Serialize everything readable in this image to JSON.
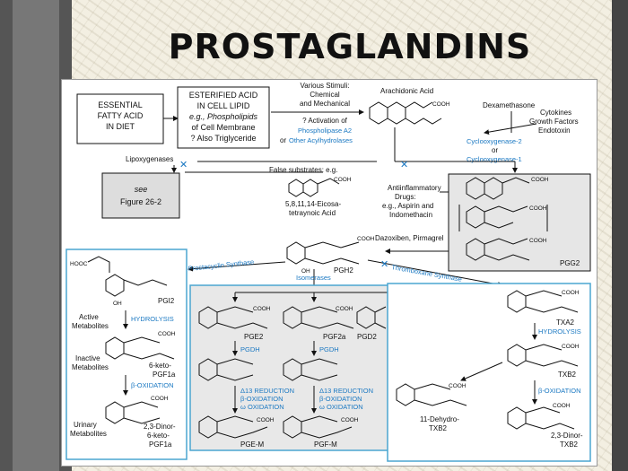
{
  "title": "PROSTAGLANDINS",
  "boxes": {
    "essential": [
      "ESSENTIAL",
      "FATTY ACID",
      "IN DIET"
    ],
    "esterified": [
      "ESTERIFIED ACID",
      "IN CELL LIPID",
      "e.g., Phospholipids",
      "of Cell Membrane",
      "? Also Triglyceride"
    ],
    "see_figure": [
      "see",
      "Figure 26-2"
    ]
  },
  "labels": {
    "stimuli": [
      "Various Stimuli:",
      "Chemical",
      "and Mechanical"
    ],
    "activation": "? Activation of",
    "phospholipase": "Phospholipase A2",
    "or_other": "or",
    "other_acyl": "Other Acylhydrolases",
    "arachidonic": "Arachidonic Acid",
    "dexamethasone": "Dexamethasone",
    "cytokines": [
      "Cytokines",
      "Growth Factors",
      "Endotoxin"
    ],
    "cox2": "Cyclooxygenase-2",
    "cox_or": "or",
    "cox1": "Cyclooxygenase-1",
    "lipoxygenases": "Lipoxygenases",
    "false_substrates": "False substrates: e.g.",
    "eicosa": [
      "5,8,11,14-Eicosa-",
      "tetraynoic Acid"
    ],
    "antiinflam": [
      "Antiinflammatory",
      "Drugs:",
      "e.g., Aspirin and",
      "Indomethacin"
    ],
    "dazoxiben": "Dazoxiben, Pirmagrel",
    "pgg2": "PGG2",
    "pgh2": "PGH2",
    "prostacyclin": "Prostacyclin Synthase",
    "isomerases": "Isomerases",
    "thromboxane": "Thromboxane Synthase",
    "pgi2": "PGI2",
    "active": [
      "Active",
      "Metabolites"
    ],
    "hydrolysis1": "HYDROLYSIS",
    "inactive": [
      "Inactive",
      "Metabolites"
    ],
    "keto": [
      "6-keto-",
      "PGF1a"
    ],
    "boxidation1": "β-OXIDATION",
    "urinary": [
      "Urinary",
      "Metabolites"
    ],
    "dinor1": [
      "2,3-Dinor-",
      "6-keto-",
      "PGF1a"
    ],
    "pge2": "PGE2",
    "pgf2a": "PGF2a",
    "pgd2": "PGD2",
    "pgdh1": "PGDH",
    "pgdh2": "PGDH",
    "reduction1": [
      "Δ13 REDUCTION",
      "β-OXIDATION",
      "ω OXIDATION"
    ],
    "reduction2": [
      "Δ13 REDUCTION",
      "β-OXIDATION",
      "ω OXIDATION"
    ],
    "pgem": "PGE-M",
    "pgfm": "PGF-M",
    "txa2": "TXA2",
    "hydrolysis2": "HYDROLYSIS",
    "txb2": "TXB2",
    "boxidation2": "β-OXIDATION",
    "dehydro": [
      "11-Dehydro-",
      "TXB2"
    ],
    "dinor2": [
      "2,3-Dinor-",
      "TXB2"
    ],
    "cooh": "COOH",
    "oh": "OH"
  }
}
